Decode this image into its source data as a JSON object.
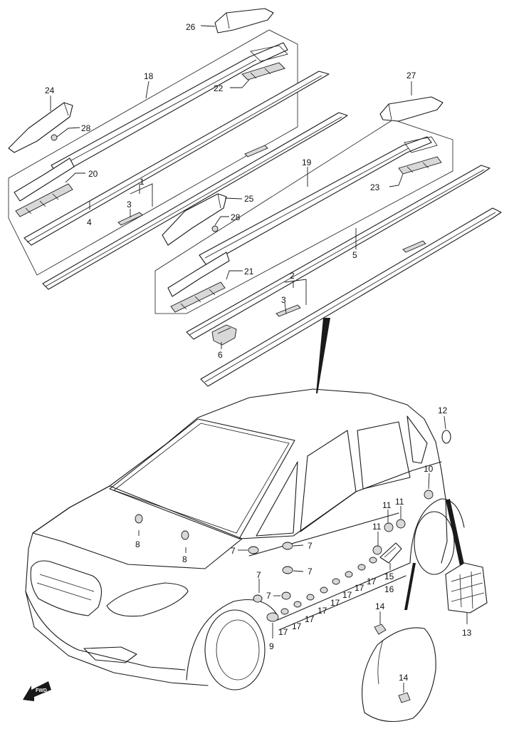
{
  "diagram": {
    "fwd_label": "FWD",
    "callouts": [
      {
        "id": "c26",
        "text": "26"
      },
      {
        "id": "c18",
        "text": "18"
      },
      {
        "id": "c22",
        "text": "22"
      },
      {
        "id": "c24",
        "text": "24"
      },
      {
        "id": "c28a",
        "text": "28"
      },
      {
        "id": "c20",
        "text": "20"
      },
      {
        "id": "c4",
        "text": "4"
      },
      {
        "id": "c1",
        "text": "1"
      },
      {
        "id": "c3a",
        "text": "3"
      },
      {
        "id": "c25",
        "text": "25"
      },
      {
        "id": "c28b",
        "text": "28"
      },
      {
        "id": "c27",
        "text": "27"
      },
      {
        "id": "c19",
        "text": "19"
      },
      {
        "id": "c23",
        "text": "23"
      },
      {
        "id": "c5",
        "text": "5"
      },
      {
        "id": "c21",
        "text": "21"
      },
      {
        "id": "c2",
        "text": "2"
      },
      {
        "id": "c3b",
        "text": "3"
      },
      {
        "id": "c6",
        "text": "6"
      },
      {
        "id": "c12",
        "text": "12"
      },
      {
        "id": "c10",
        "text": "10"
      },
      {
        "id": "c11a",
        "text": "11"
      },
      {
        "id": "c11b",
        "text": "11"
      },
      {
        "id": "c11c",
        "text": "11"
      },
      {
        "id": "c8a",
        "text": "8"
      },
      {
        "id": "c8b",
        "text": "8"
      },
      {
        "id": "c7a",
        "text": "7"
      },
      {
        "id": "c7b",
        "text": "7"
      },
      {
        "id": "c7c",
        "text": "7"
      },
      {
        "id": "c7d",
        "text": "7"
      },
      {
        "id": "c7e",
        "text": "7"
      },
      {
        "id": "c15",
        "text": "15"
      },
      {
        "id": "c16",
        "text": "16"
      },
      {
        "id": "c17a",
        "text": "17"
      },
      {
        "id": "c17b",
        "text": "17"
      },
      {
        "id": "c17c",
        "text": "17"
      },
      {
        "id": "c17d",
        "text": "17"
      },
      {
        "id": "c17e",
        "text": "17"
      },
      {
        "id": "c17f",
        "text": "17"
      },
      {
        "id": "c17g",
        "text": "17"
      },
      {
        "id": "c17h",
        "text": "17"
      },
      {
        "id": "c9",
        "text": "9"
      },
      {
        "id": "c14a",
        "text": "14"
      },
      {
        "id": "c14b",
        "text": "14"
      },
      {
        "id": "c13",
        "text": "13"
      }
    ]
  }
}
